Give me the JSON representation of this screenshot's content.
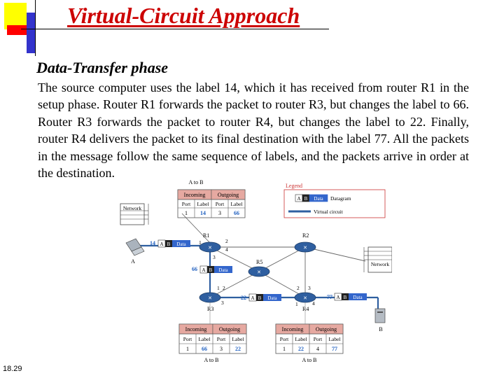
{
  "slide": {
    "title": "Virtual-Circuit Approach",
    "subtitle": "Data-Transfer phase",
    "body": "The source computer uses the label 14, which it has received from router R1 in the setup phase. Router R1 forwards the packet to router R3, but changes the label to 66. Router R3 forwards the packet to router R4, but changes the label to 22. Finally, router R4 delivers the packet to its final destination with the label 77. All the packets in the message follow the same sequence of labels, and the packets arrive in order at the destination.",
    "slide_number": "18.29"
  },
  "figure": {
    "direction_label": "A to B",
    "table_headers": {
      "incoming": "Incoming",
      "outgoing": "Outgoing",
      "port": "Port",
      "label": "Label"
    },
    "table_r1": {
      "in_port": "1",
      "in_label": "14",
      "out_port": "3",
      "out_label": "66"
    },
    "table_r3": {
      "in_port": "1",
      "in_label": "66",
      "out_port": "3",
      "out_label": "22"
    },
    "table_r4": {
      "in_port": "1",
      "in_label": "22",
      "out_port": "4",
      "out_label": "77"
    },
    "legend": {
      "title": "Legend",
      "datagram": "Datagram",
      "virtual_circuit": "Virtual circuit"
    },
    "packet": {
      "a": "A",
      "b": "B",
      "data": "Data"
    },
    "labels": {
      "l14": "14",
      "l66": "66",
      "l22": "22",
      "l77": "77"
    },
    "routers": {
      "r1": "R1",
      "r2": "R2",
      "r3": "R3",
      "r4": "R4",
      "r5": "R5"
    },
    "ports": {
      "p1": "1",
      "p2": "2",
      "p3": "3",
      "p4": "4"
    },
    "hosts": {
      "a": "A",
      "b": "B"
    },
    "network": "Network",
    "colors": {
      "title": "#cc0000",
      "packet_blue": "#3366cc",
      "legend_red": "#cc3333",
      "table_head": "#e6a9a1",
      "table_head_blue": "#b9cde6",
      "router": "#2f5fa0",
      "label_blue": "#1f5fbf"
    }
  }
}
